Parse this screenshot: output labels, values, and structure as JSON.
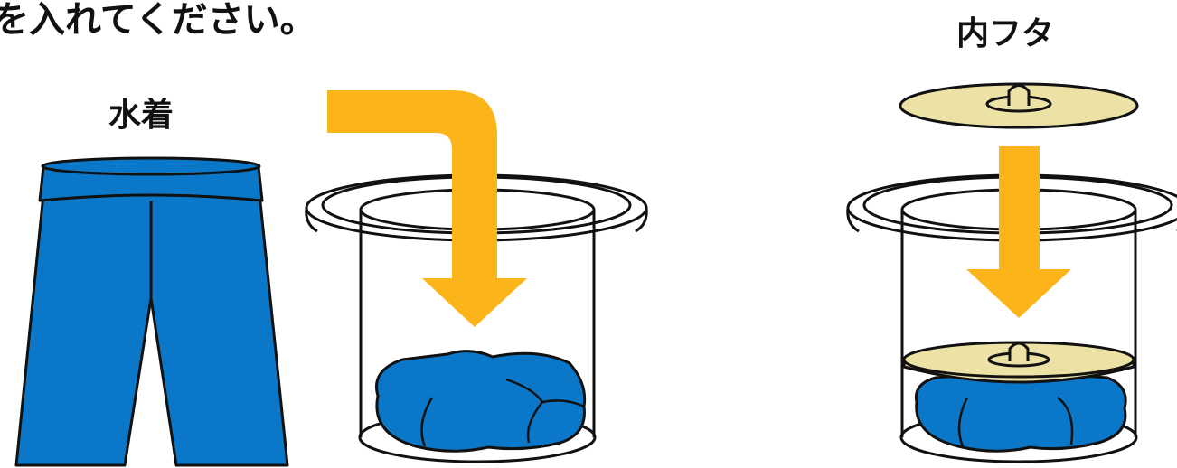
{
  "heading": "を入れてください。",
  "labels": {
    "swimsuit": "水着",
    "inner_lid": "内フタ"
  },
  "colors": {
    "swimsuit_blue": "#0B77C8",
    "arrow_yellow": "#FBB41A",
    "lid_beige": "#EDE2A6",
    "outline": "#111111"
  },
  "icons": [
    "swim-shorts-icon",
    "l-shaped-arrow-icon",
    "straight-arrow-icon",
    "container-icon",
    "inner-lid-icon",
    "folded-swimsuit-icon"
  ]
}
